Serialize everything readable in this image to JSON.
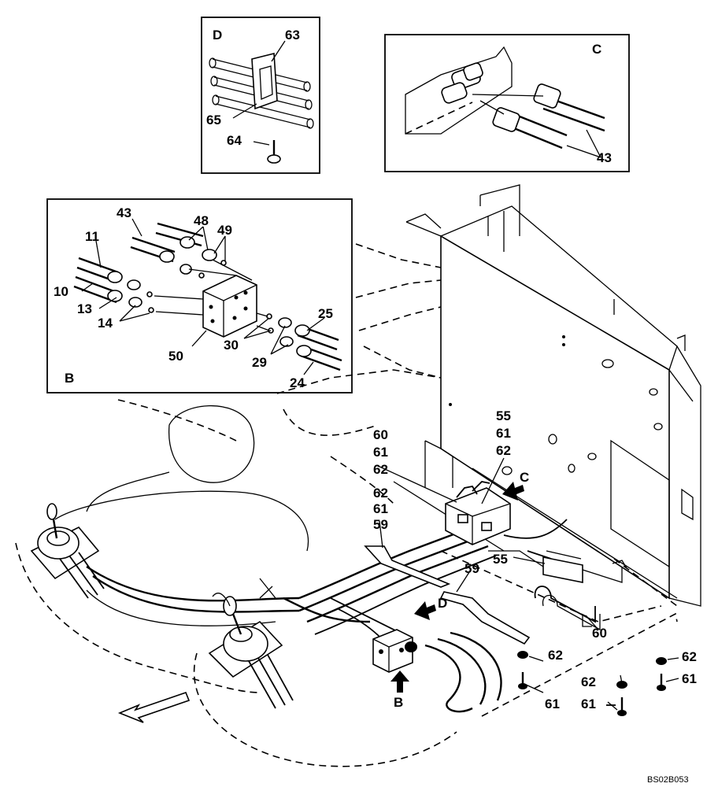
{
  "figure_ref": "BS02B053",
  "detail_views": {
    "D": {
      "letter": "D",
      "callouts": [
        "63",
        "65",
        "64"
      ]
    },
    "C": {
      "letter": "C",
      "callouts": [
        "43"
      ]
    },
    "B": {
      "letter": "B",
      "callouts": [
        "43",
        "48",
        "49",
        "11",
        "10",
        "13",
        "14",
        "50",
        "30",
        "25",
        "29",
        "24"
      ]
    }
  },
  "main_callouts": {
    "stack_right_top": [
      "55",
      "61",
      "62"
    ],
    "stack_left_top": [
      "60",
      "61",
      "62"
    ],
    "stack_left_mid": [
      "62",
      "61",
      "59"
    ],
    "p55": "55",
    "p59": "59",
    "p60": "60",
    "p62a": "62",
    "p61a": "61",
    "p62b": "62",
    "p61b": "61",
    "p62c": "62",
    "p61c": "61"
  },
  "arrows": {
    "view_c": "C",
    "view_d": "D",
    "view_b": "B"
  }
}
